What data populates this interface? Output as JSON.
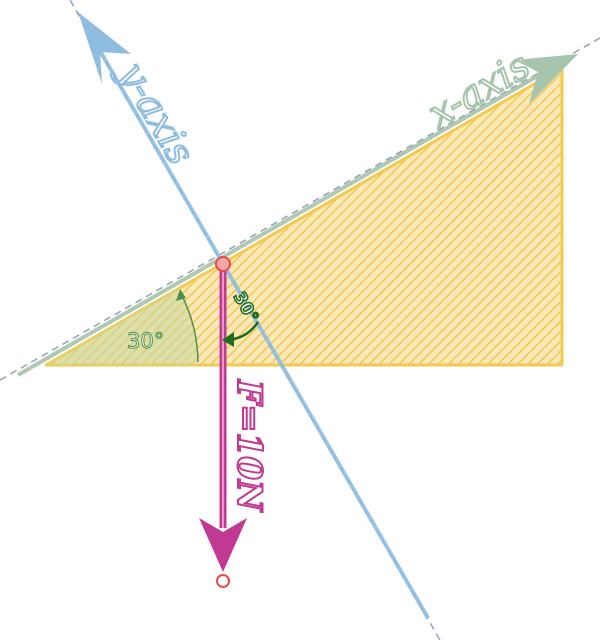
{
  "labels": {
    "y_axis": "y-axis",
    "x_axis": "x-axis",
    "force": "F=10N",
    "incline_angle": "30°",
    "force_angle": "30°"
  },
  "colors": {
    "incline_fill": "#f7d88a",
    "incline_edge": "#f3c94f",
    "hatch": "#f0c23e",
    "y_axis": "#8fbde0",
    "x_axis": "#a7c4ad",
    "force": "#c03a93",
    "point": "#e64a4a",
    "guide": "#9aa3b8",
    "angle_green": "#4f8f4a",
    "angle_dark": "#1f6b1f"
  }
}
